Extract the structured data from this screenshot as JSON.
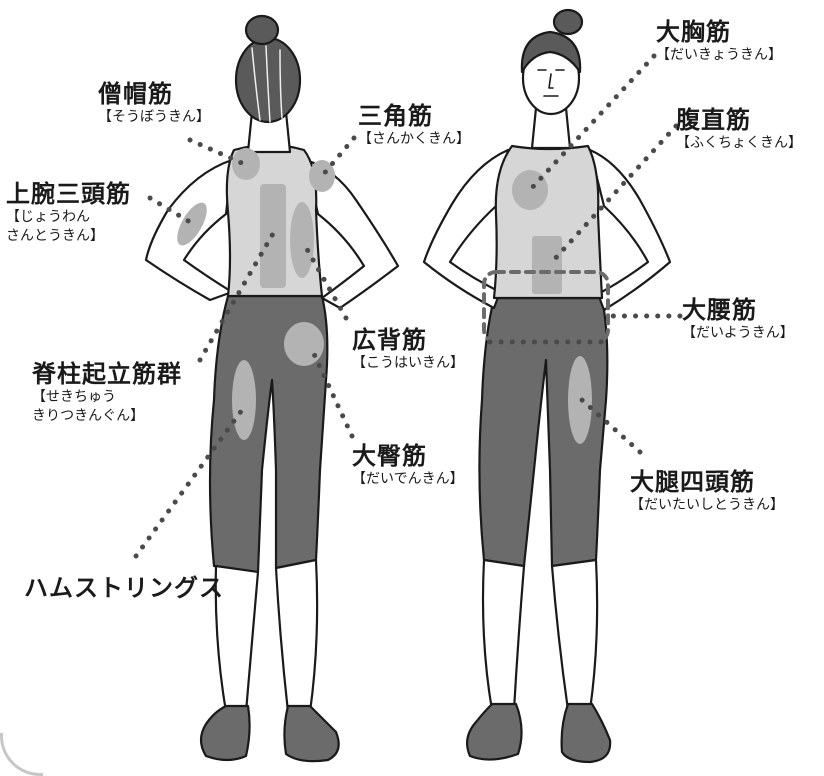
{
  "colors": {
    "outline": "#1a1a1a",
    "pants": "#6b6b6b",
    "shirt": "#d6d6d6",
    "muscle_highlight": "#b3b3b3",
    "hair": "#5a5a5a",
    "dots": "#4a4a4a"
  },
  "labels": {
    "trapezius": {
      "name": "僧帽筋",
      "reading": "【そうぼうきん】"
    },
    "deltoid": {
      "name": "三角筋",
      "reading": "【さんかくきん】"
    },
    "triceps": {
      "name": "上腕三頭筋",
      "reading1": "【じょうわん",
      "reading2": "さんとうきん】"
    },
    "latissimus": {
      "name": "広背筋",
      "reading": "【こうはいきん】"
    },
    "erector": {
      "name": "脊柱起立筋群",
      "reading1": "【せきちゅう",
      "reading2": "きりつきんぐん】"
    },
    "gluteus": {
      "name": "大臀筋",
      "reading": "【だいでんきん】"
    },
    "hamstrings": {
      "name": "ハムストリングス"
    },
    "pectoralis": {
      "name": "大胸筋",
      "reading": "【だいきょうきん】"
    },
    "rectus_abdominis": {
      "name": "腹直筋",
      "reading": "【ふくちょくきん】"
    },
    "psoas": {
      "name": "大腰筋",
      "reading": "【だいようきん】"
    },
    "quadriceps": {
      "name": "大腿四頭筋",
      "reading": "【だいたいしとうきん】"
    }
  }
}
